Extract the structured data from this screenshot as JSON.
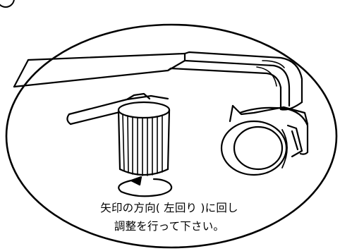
{
  "instruction": {
    "line1": "矢印の方向( 左回り )に回し",
    "line2": "調整を行って下さい。"
  },
  "rotation_direction": "counter-clockwise",
  "colors": {
    "line": "#000000",
    "fill": "#ffffff"
  }
}
